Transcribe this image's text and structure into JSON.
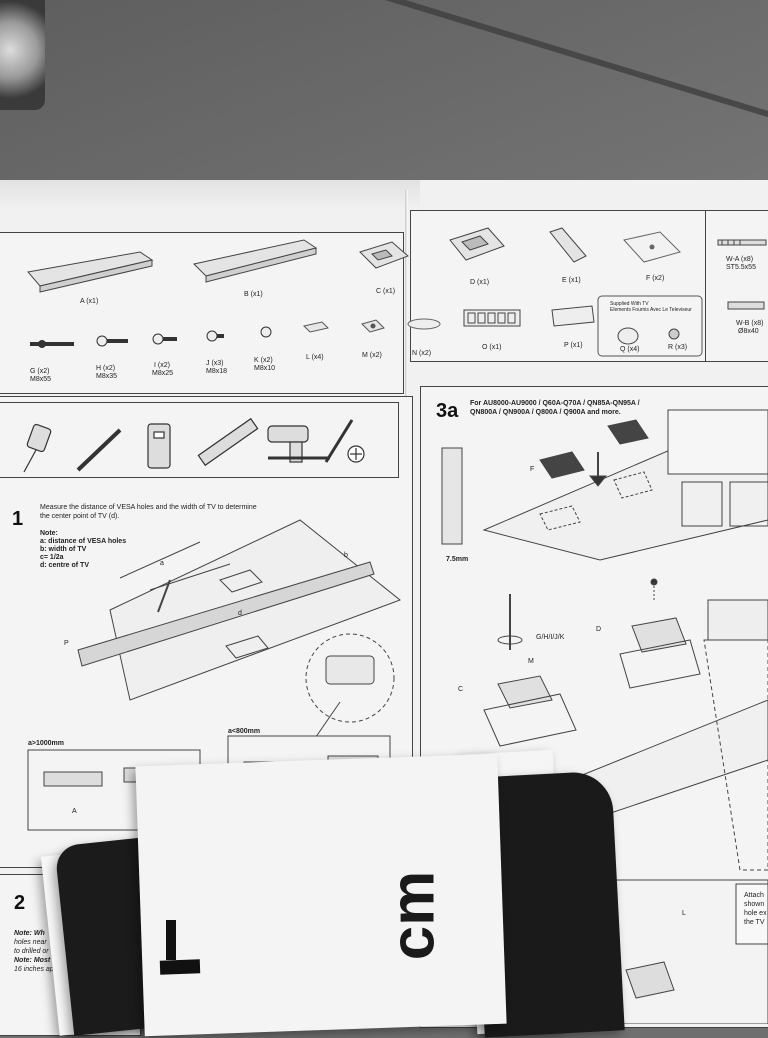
{
  "parts_row1": {
    "a": "A (x1)",
    "b": "B (x1)",
    "c": "C (x1)",
    "d": "D (x1)",
    "e": "E (x1)",
    "f": "F (x2)",
    "wa": "W-A (x8)",
    "wa_size": "ST5.5x55"
  },
  "parts_row2": {
    "g": "G (x2)",
    "g_size": "M8x55",
    "h": "H (x2)",
    "h_size": "M8x35",
    "i": "I (x2)",
    "i_size": "M8x25",
    "j": "J (x3)",
    "j_size": "M8x18",
    "k": "K (x2)",
    "k_size": "M8x10",
    "l": "L (x4)",
    "m": "M (x2)",
    "n": "N (x2)",
    "o": "O (x1)",
    "p": "P (x1)",
    "q": "Q (x4)",
    "r": "R (x3)",
    "wb": "W-B (x8)",
    "wb_size": "Ø8x40",
    "supplied": "Supplied With TV",
    "supplied_fr": "Elements Fournis Avec Le Televiseur"
  },
  "step1": {
    "number": "1",
    "instruction": "Measure the distance of VESA holes and the width of TV to determine",
    "instruction2": "the center point of TV (d).",
    "note_title": "Note:",
    "note_a": "a: distance of VESA holes",
    "note_b": "b: width of TV",
    "note_c": "c= 1/2a",
    "note_d": "d: centre of TV",
    "label_a": "a",
    "label_b": "b",
    "label_d": "d",
    "label_p": "P",
    "gt1000": "a>1000mm",
    "lt800": "a<800mm",
    "label_A": "A"
  },
  "step2": {
    "number": "2",
    "note1": "Note: Wh",
    "note2": "holes near",
    "note3": "to drilled or",
    "note4": "Note: Most",
    "note5": "16 inches ap"
  },
  "step3a": {
    "number": "3a",
    "models1": "For AU8000-AU9000 / Q60A-Q70A / QN85A-QN95A /",
    "models2": "QN800A / QN900A / Q800A / Q900A and more.",
    "depth": "7.5mm",
    "label_F": "F",
    "label_ghijk": "G/H/I/J/K",
    "label_M": "M",
    "label_C": "C",
    "label_D": "D",
    "label_L": "L",
    "attach1": "Attach",
    "attach2": "shown",
    "attach3": "hole ex",
    "attach4": "the TV"
  },
  "card": {
    "text": "cm"
  }
}
